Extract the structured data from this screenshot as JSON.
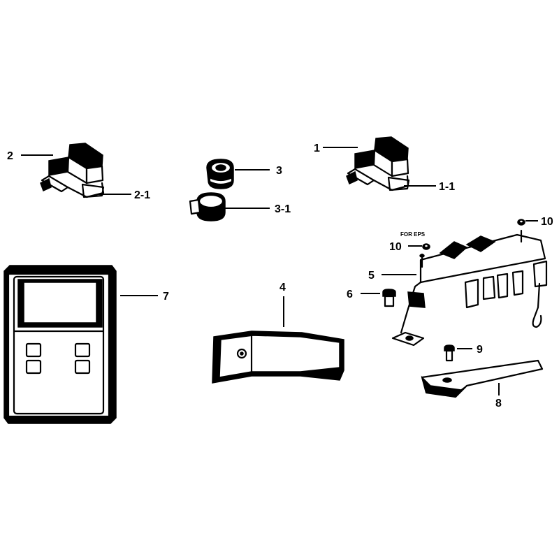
{
  "labels": {
    "p1": "1",
    "p1_1": "1-1",
    "p2": "2",
    "p2_1": "2-1",
    "p3": "3",
    "p3_1": "3-1",
    "p4": "4",
    "p5": "5",
    "p6": "6",
    "p7": "7",
    "p8": "8",
    "p9": "9",
    "p10a": "10",
    "p10b": "10",
    "note": "FOR EPS"
  }
}
